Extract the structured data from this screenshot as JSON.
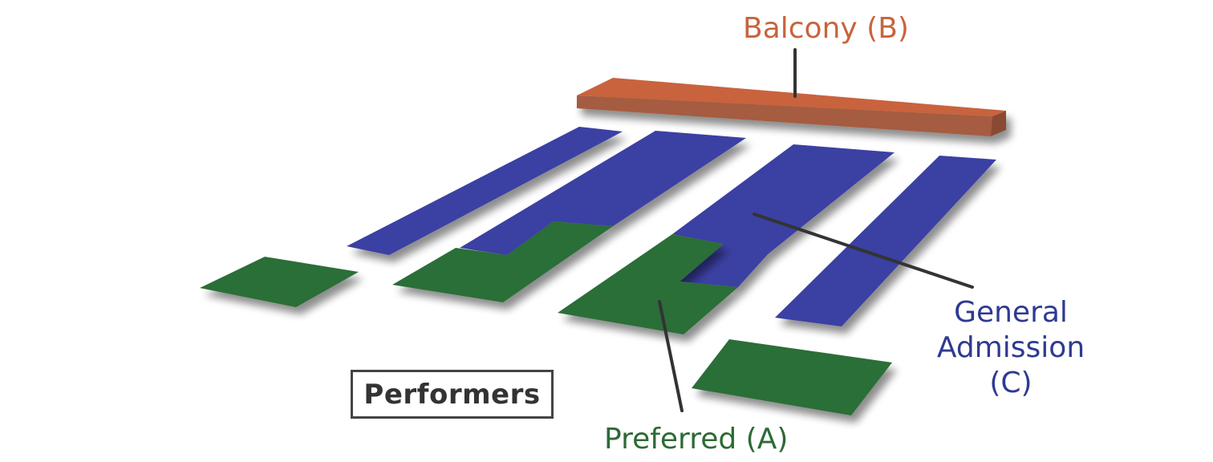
{
  "labels": {
    "balcony": "Balcony (B)",
    "general_line1": "General",
    "general_line2": "Admission (C)",
    "preferred": "Preferred (A)",
    "performers": "Performers"
  },
  "colors": {
    "balcony": "#c8643c",
    "balcony_side": "#a05a3e",
    "general": "#3a3fa3",
    "general_text": "#2e3a91",
    "preferred": "#2b6e38",
    "preferred_text": "#2d6a35",
    "leader_line": "#333333",
    "performers_border": "#444444"
  }
}
